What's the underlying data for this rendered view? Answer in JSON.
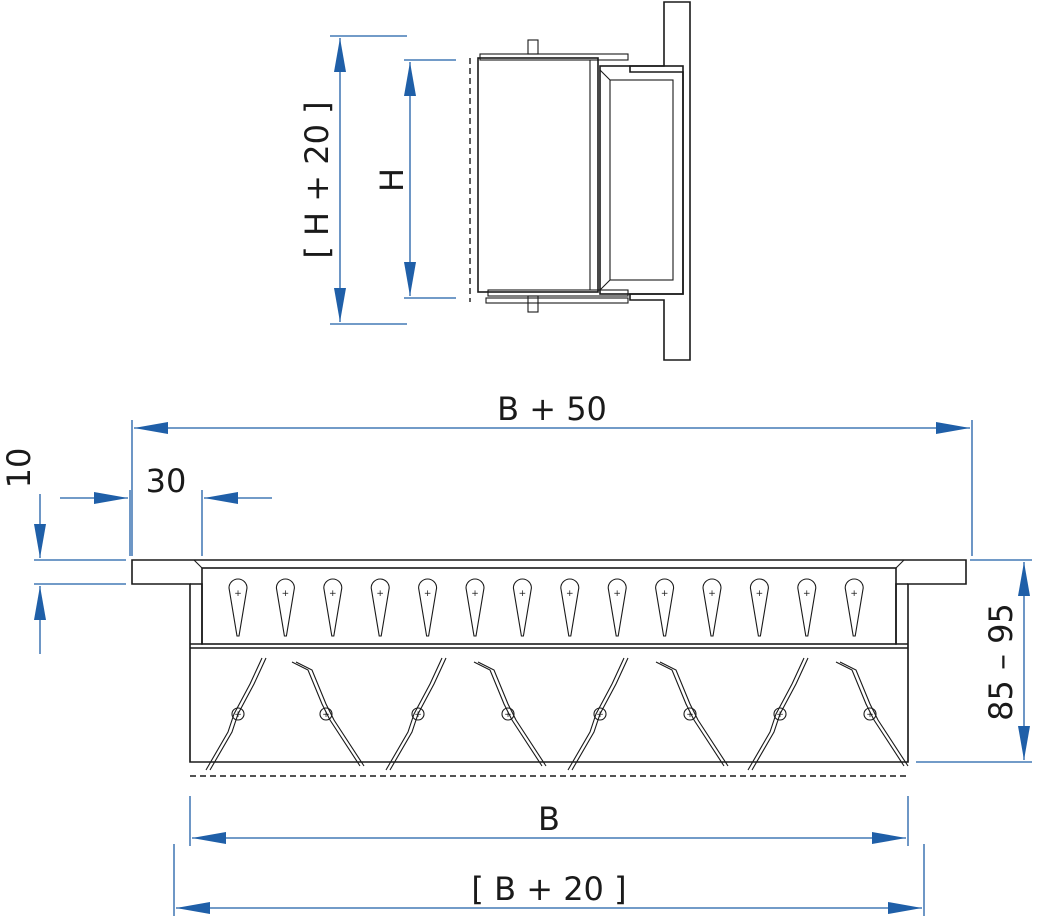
{
  "labels": {
    "height_clear": "[ H + 20 ]",
    "height": "H",
    "overall_width": "B + 50",
    "flange_width": "30",
    "flange_thickness": "10",
    "depth": "85 – 95",
    "width": "B",
    "width_clear": "[ B + 20 ]"
  },
  "colors": {
    "dimension_line": "#1f5fa8",
    "outline": "#1a1a1a"
  }
}
